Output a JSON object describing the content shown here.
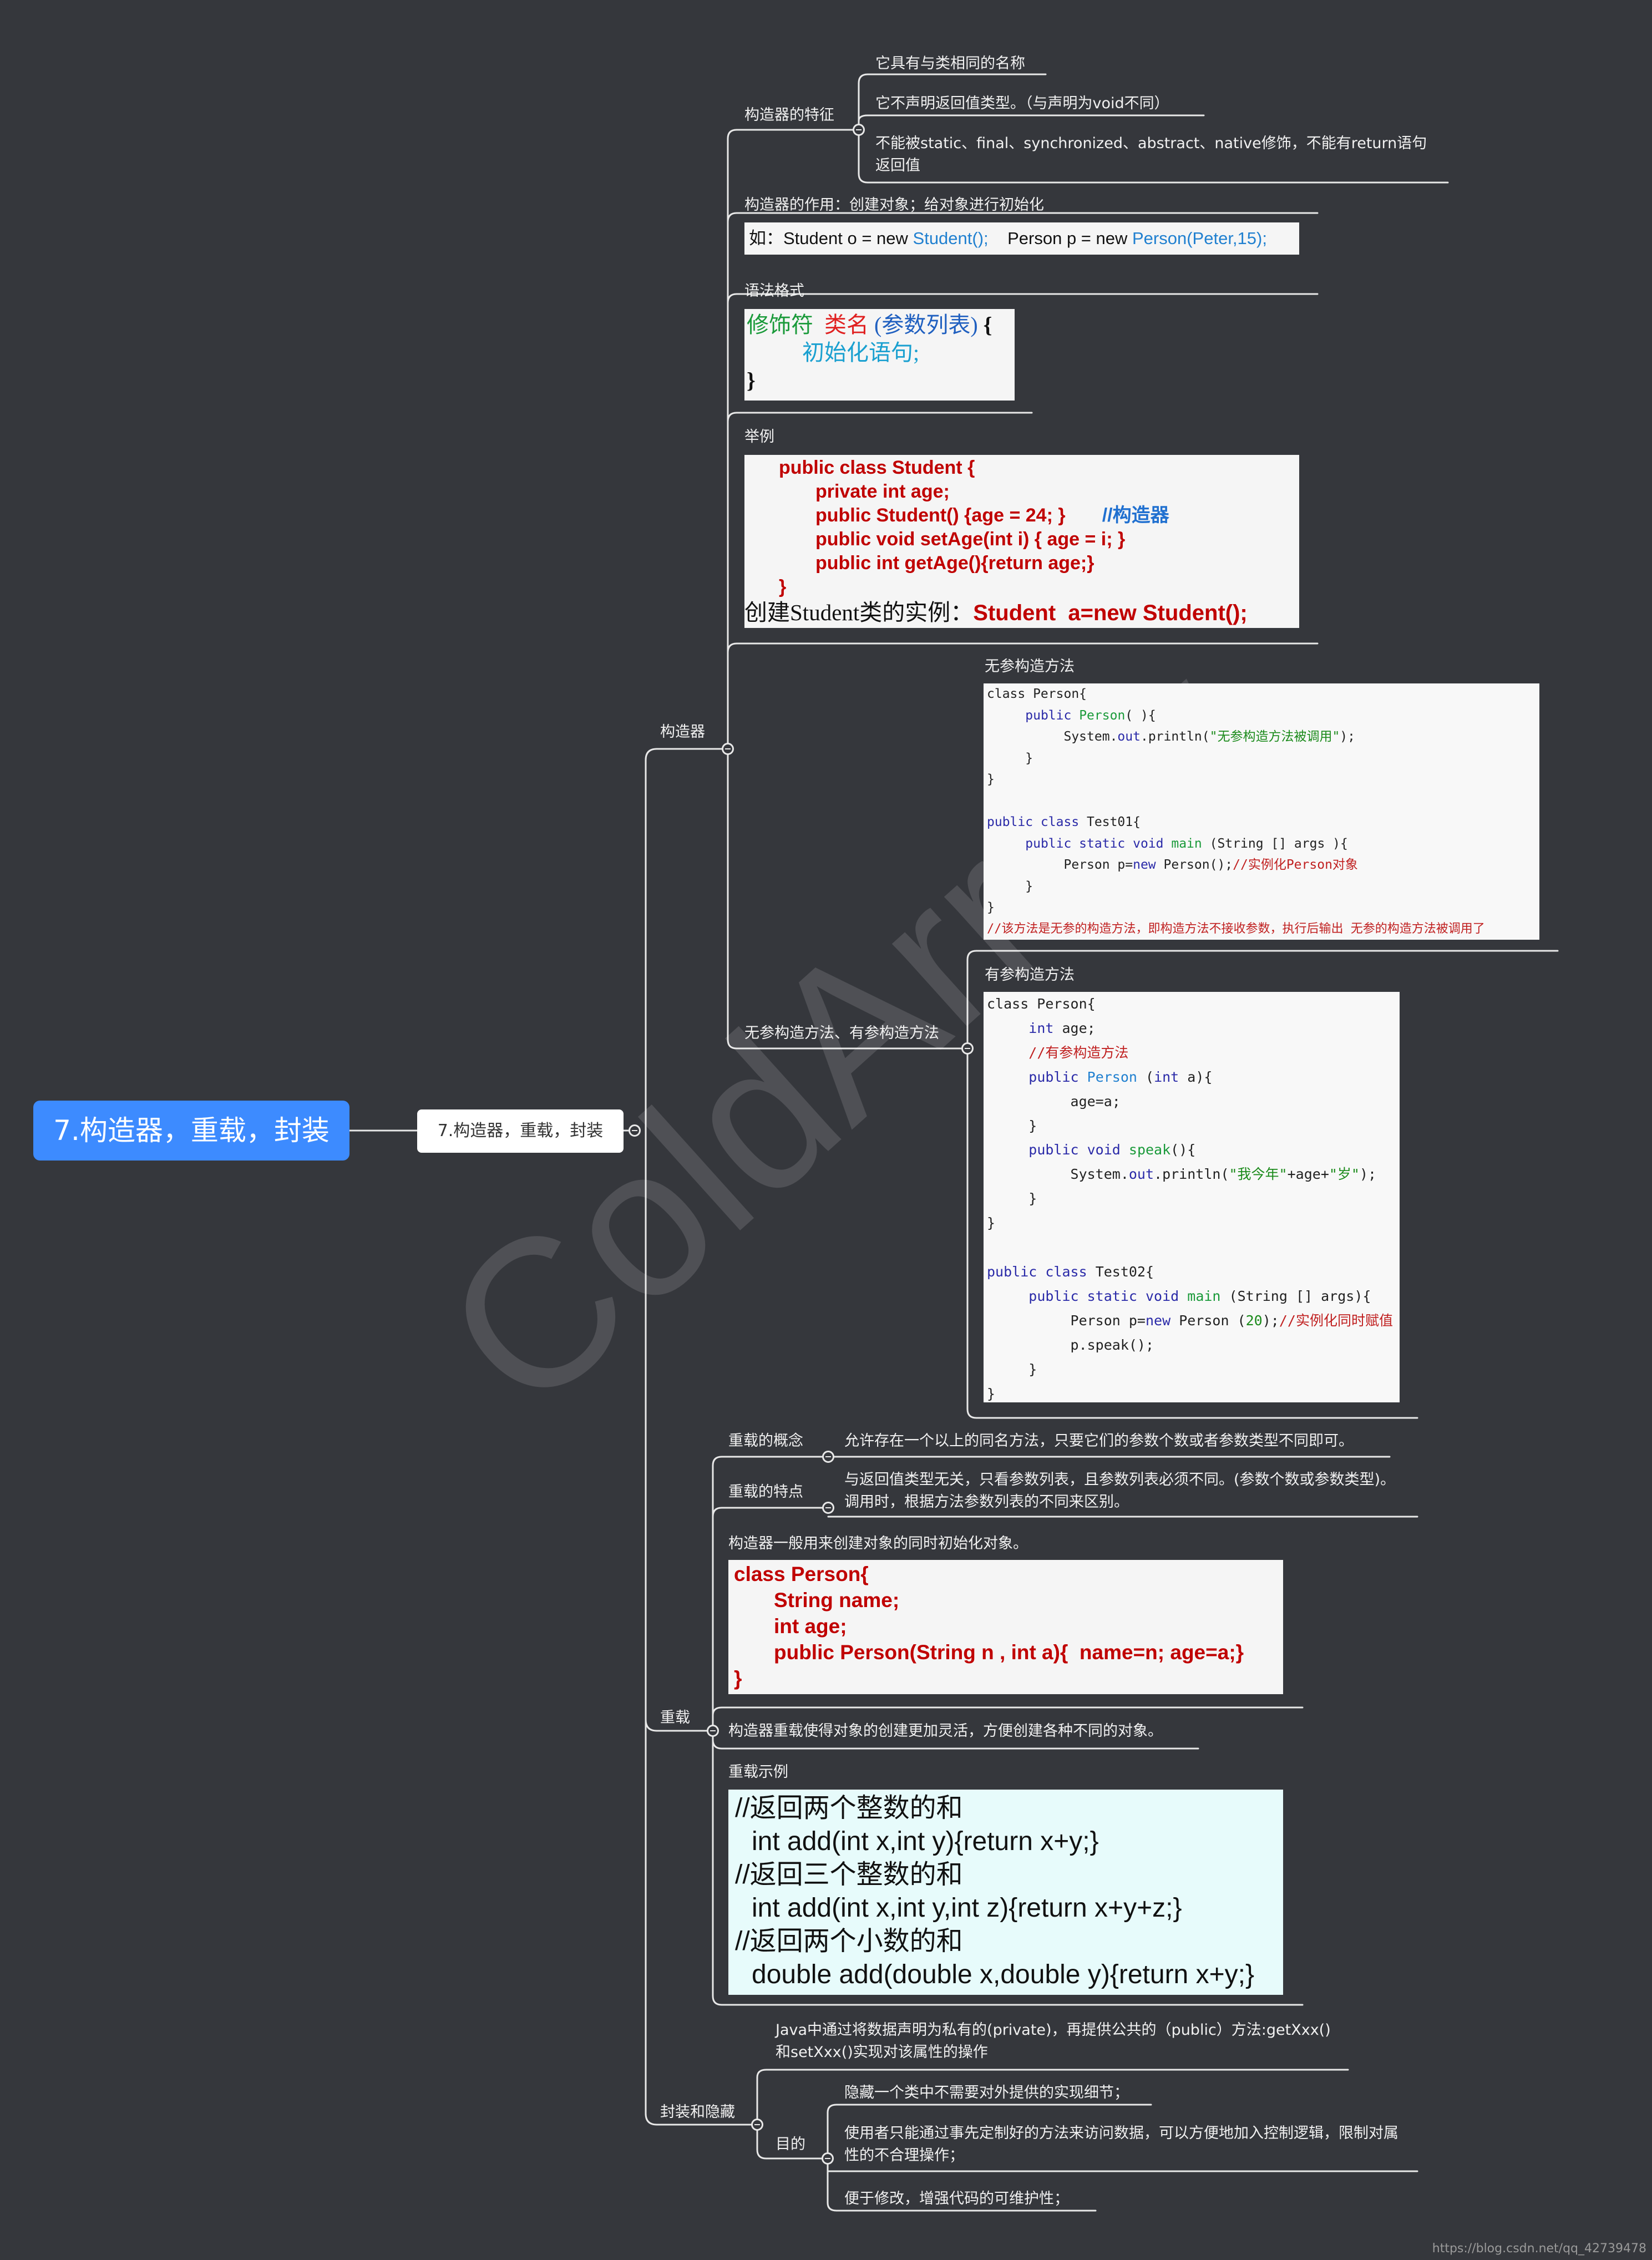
{
  "root_title": "7.构造器，重载，封装",
  "main_topic": "7.构造器，重载，封装",
  "constructor": {
    "label": "构造器",
    "features_label": "构造器的特征",
    "features": [
      "它具有与类相同的名称",
      "它不声明返回值类型。（与声明为void不同）",
      "不能被static、final、synchronized、abstract、native修饰，不能有return语句返回值"
    ],
    "purpose": "构造器的作用：创建对象；给对象进行初始化",
    "purpose_example": {
      "prefix": "如：",
      "part1": "Student o = new ",
      "part1_blue": "Student();",
      "part2": "Person p = new ",
      "part2_blue": "Person(Peter,15);"
    },
    "syntax_label": "语法格式",
    "syntax": {
      "modifier": "修饰符",
      "classname": "类名",
      "params": "(参数列表)",
      "open": "{",
      "init": "初始化语句;",
      "close": "}"
    },
    "example_label": "举例",
    "example_code": [
      "public class Student {",
      "private int age;",
      "public Student() {age = 24; }",
      "public void setAge(int i) { age = i; }",
      "public int getAge(){return age;}",
      "}"
    ],
    "example_comment": "//构造器",
    "example_create_prefix": "创建Student类的实例：",
    "example_create_code": "Student  a=new Student();",
    "types_label": "无参构造方法、有参构造方法",
    "noarg_label": "无参构造方法",
    "noarg_code": {
      "l1": "class Person{",
      "l2a": "public",
      "l2b": "Person",
      "l2c": "( ){",
      "l3a": "System.",
      "l3b": "out",
      "l3c": ".println(",
      "l3d": "\"无参构造方法被调用\"",
      "l3e": ");",
      "l4": "}",
      "l5": "}",
      "l6a": "public class",
      "l6b": "Test01{",
      "l7a": "public static void",
      "l7b": "main",
      "l7c": "(String [] args ){",
      "l8a": "Person p=",
      "l8b": "new",
      "l8c": "Person();",
      "l8d": "//实例化Person对象",
      "l9": "}",
      "l10": "}",
      "l11": "//该方法是无参的构造方法，即构造方法不接收参数，执行后输出 无参的构造方法被调用了"
    },
    "param_label": "有参构造方法",
    "param_code": {
      "l1": "class Person{",
      "l2a": "int",
      "l2b": "age;",
      "l3": "//有参构造方法",
      "l4a": "public",
      "l4b": "Person",
      "l4c": "(",
      "l4d": "int",
      "l4e": "a){",
      "l5": "age=a;",
      "l6": "}",
      "l7a": "public void",
      "l7b": "speak",
      "l7c": "(){",
      "l8a": "System.",
      "l8b": "out",
      "l8c": ".println(",
      "l8d": "\"我今年\"",
      "l8e": "+age+",
      "l8f": "\"岁\"",
      "l8g": ");",
      "l9": "}",
      "l10": "}",
      "l11a": "public class",
      "l11b": "Test02{",
      "l12a": "public static void",
      "l12b": "main",
      "l12c": "(String [] args){",
      "l13a": "Person p=",
      "l13b": "new",
      "l13c": "Person (",
      "l13d": "20",
      "l13e": ");",
      "l13f": "//实例化同时赋值",
      "l14": "p.speak();",
      "l15": "}",
      "l16": "}"
    }
  },
  "overload": {
    "label": "重载",
    "concept_label": "重载的概念",
    "concept": "允许存在一个以上的同名方法，只要它们的参数个数或者参数类型不同即可。",
    "feature_label": "重载的特点",
    "feature": "与返回值类型无关，只看参数列表，且参数列表必须不同。(参数个数或参数类型)。调用时，根据方法参数列表的不同来区别。",
    "ctor_note": "构造器一般用来创建对象的同时初始化对象。",
    "ctor_code": [
      "class Person{",
      "String name;",
      "int age;",
      "public Person(String n , int a){  name=n; age=a;}",
      "}"
    ],
    "flex_note": "构造器重载使得对象的创建更加灵活，方便创建各种不同的对象。",
    "example_label": "重载示例",
    "example_code": [
      "//返回两个整数的和",
      "int add(int x,int y){return x+y;}",
      "//返回三个整数的和",
      "int add(int x,int y,int z){return x+y+z;}",
      "//返回两个小数的和",
      "double add(double x,double y){return x+y;}"
    ]
  },
  "encapsulation": {
    "label": "封装和隐藏",
    "desc": "Java中通过将数据声明为私有的(private)，再提供公共的（public）方法:getXxx()和setXxx()实现对该属性的操作",
    "purpose_label": "目的",
    "purposes": [
      "隐藏一个类中不需要对外提供的实现细节；",
      "使用者只能通过事先定制好的方法来访问数据，可以方便地加入控制逻辑，限制对属性的不合理操作；",
      "便于修改，增强代码的可维护性；"
    ]
  },
  "watermark": "ColdArrow",
  "footer": "https://blog.csdn.net/qq_42739478"
}
